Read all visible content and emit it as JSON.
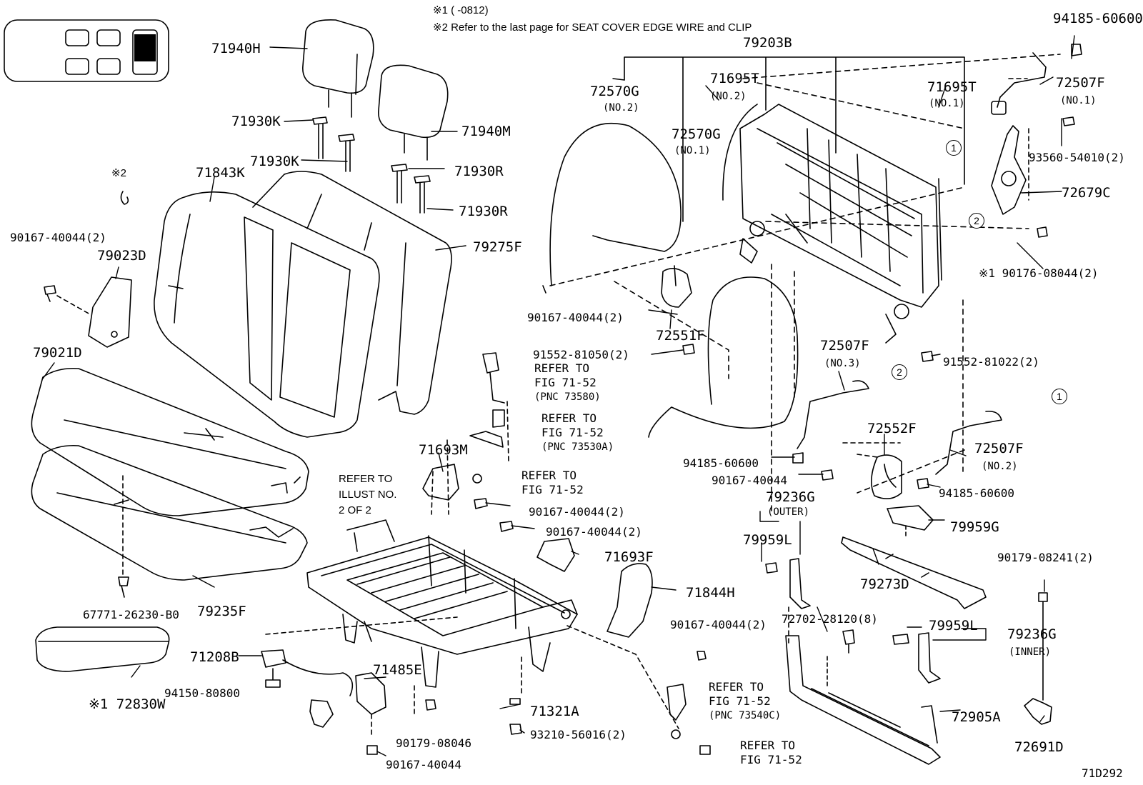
{
  "notes": {
    "note1": "※1 (      -0812)",
    "note2": "※2 Refer to the last page for SEAT COVER EDGE WIRE and CLIP",
    "clip_mark": "※2"
  },
  "figure_code": "71D292",
  "parts": {
    "p94185_top": "94185-60600",
    "p79203B": "79203B",
    "p71940H": "71940H",
    "p71930K_a": "71930K",
    "p71930K_b": "71930K",
    "p71940M": "71940M",
    "p71930R_a": "71930R",
    "p71930R_b": "71930R",
    "p71843K": "71843K",
    "p79275F": "79275F",
    "p90167_2_left": "90167-40044(2)",
    "p79023D": "79023D",
    "p79021D": "79021D",
    "p67771": "67771-26230-B0",
    "p79235F": "79235F",
    "p72830W": "※1 72830W",
    "p72570G_2": "72570G",
    "p72570G_2_sub": "(NO.2)",
    "p72570G_1": "72570G",
    "p72570G_1_sub": "(NO.1)",
    "p71695T_2": "71695T",
    "p71695T_2_sub": "(NO.2)",
    "p71695T_1": "71695T",
    "p71695T_1_sub": "(NO.1)",
    "p72507F_1": "72507F",
    "p72507F_1_sub": "(NO.1)",
    "p93560": "93560-54010(2)",
    "p72679C": "72679C",
    "p90176": "※1 90176-08044(2)",
    "p90167_2_mid": "90167-40044(2)",
    "p72551F": "72551F",
    "p91552_81050": "91552-81050(2)",
    "p91552_81022": "91552-81022(2)",
    "p72507F_3": "72507F",
    "p72507F_3_sub": "(NO.3)",
    "p72552F": "72552F",
    "p72507F_2": "72507F",
    "p72507F_2_sub": "(NO.2)",
    "p94185_mid": "94185-60600",
    "p90167_single_mid": "90167-40044",
    "p94185_right": "94185-60600",
    "p79236G_outer": "79236G",
    "p79236G_outer_sub": "(OUTER)",
    "p79959G": "79959G",
    "p79959L_a": "79959L",
    "p79273D": "79273D",
    "p90179_08241": "90179-08241(2)",
    "p71693M": "71693M",
    "p90167_2_c": "90167-40044(2)",
    "p90167_2_d": "90167-40044(2)",
    "p71693F": "71693F",
    "p71844H": "71844H",
    "p90167_2_e": "90167-40044(2)",
    "p72702": "72702-28120(8)",
    "p79959L_b": "79959L",
    "p79236G_inner": "79236G",
    "p79236G_inner_sub": "(INNER)",
    "p72905A": "72905A",
    "p72691D": "72691D",
    "p71208B": "71208B",
    "p94150": "94150-80800",
    "p71485E": "71485E",
    "p71321A": "71321A",
    "p90179_08046": "90179-08046",
    "p93210": "93210-56016(2)",
    "p90167_bottom": "90167-40044"
  },
  "refs": {
    "ref1": {
      "l1": "REFER TO",
      "l2": "FIG 71-52",
      "l3": "(PNC 73580)"
    },
    "ref2": {
      "l1": "REFER TO",
      "l2": "FIG 71-52",
      "l3": "(PNC 73530A)"
    },
    "ref3": {
      "l1": "REFER TO",
      "l2": "FIG 71-52"
    },
    "ref4": {
      "l1": "REFER TO",
      "l2": "ILLUST NO.",
      "l3": "2 OF 2"
    },
    "ref5": {
      "l1": "REFER TO",
      "l2": "FIG 71-52",
      "l3": "(PNC 73540C)"
    },
    "ref6": {
      "l1": "REFER TO",
      "l2": "FIG 71-52"
    }
  },
  "markers": {
    "one": "1",
    "two": "2"
  },
  "colors": {
    "ink": "#000000",
    "paper": "#ffffff",
    "key_fill": "#000000"
  }
}
